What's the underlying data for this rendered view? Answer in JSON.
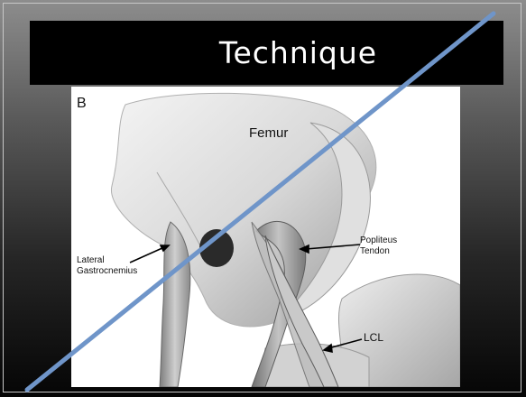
{
  "slide": {
    "title": "Technique"
  },
  "figure": {
    "panel_label": "B",
    "labels": {
      "femur": "Femur",
      "gastroc_line1": "Lateral",
      "gastroc_line2": "Gastrocnemius",
      "popliteus_line1": "Popliteus",
      "popliteus_line2": "Tendon",
      "lcl": "LCL"
    }
  },
  "colors": {
    "title_bar": "#000000",
    "title_text": "#ffffff",
    "diagonal_line": "#6f95c9",
    "drill_hole": "#2a2a2a"
  }
}
